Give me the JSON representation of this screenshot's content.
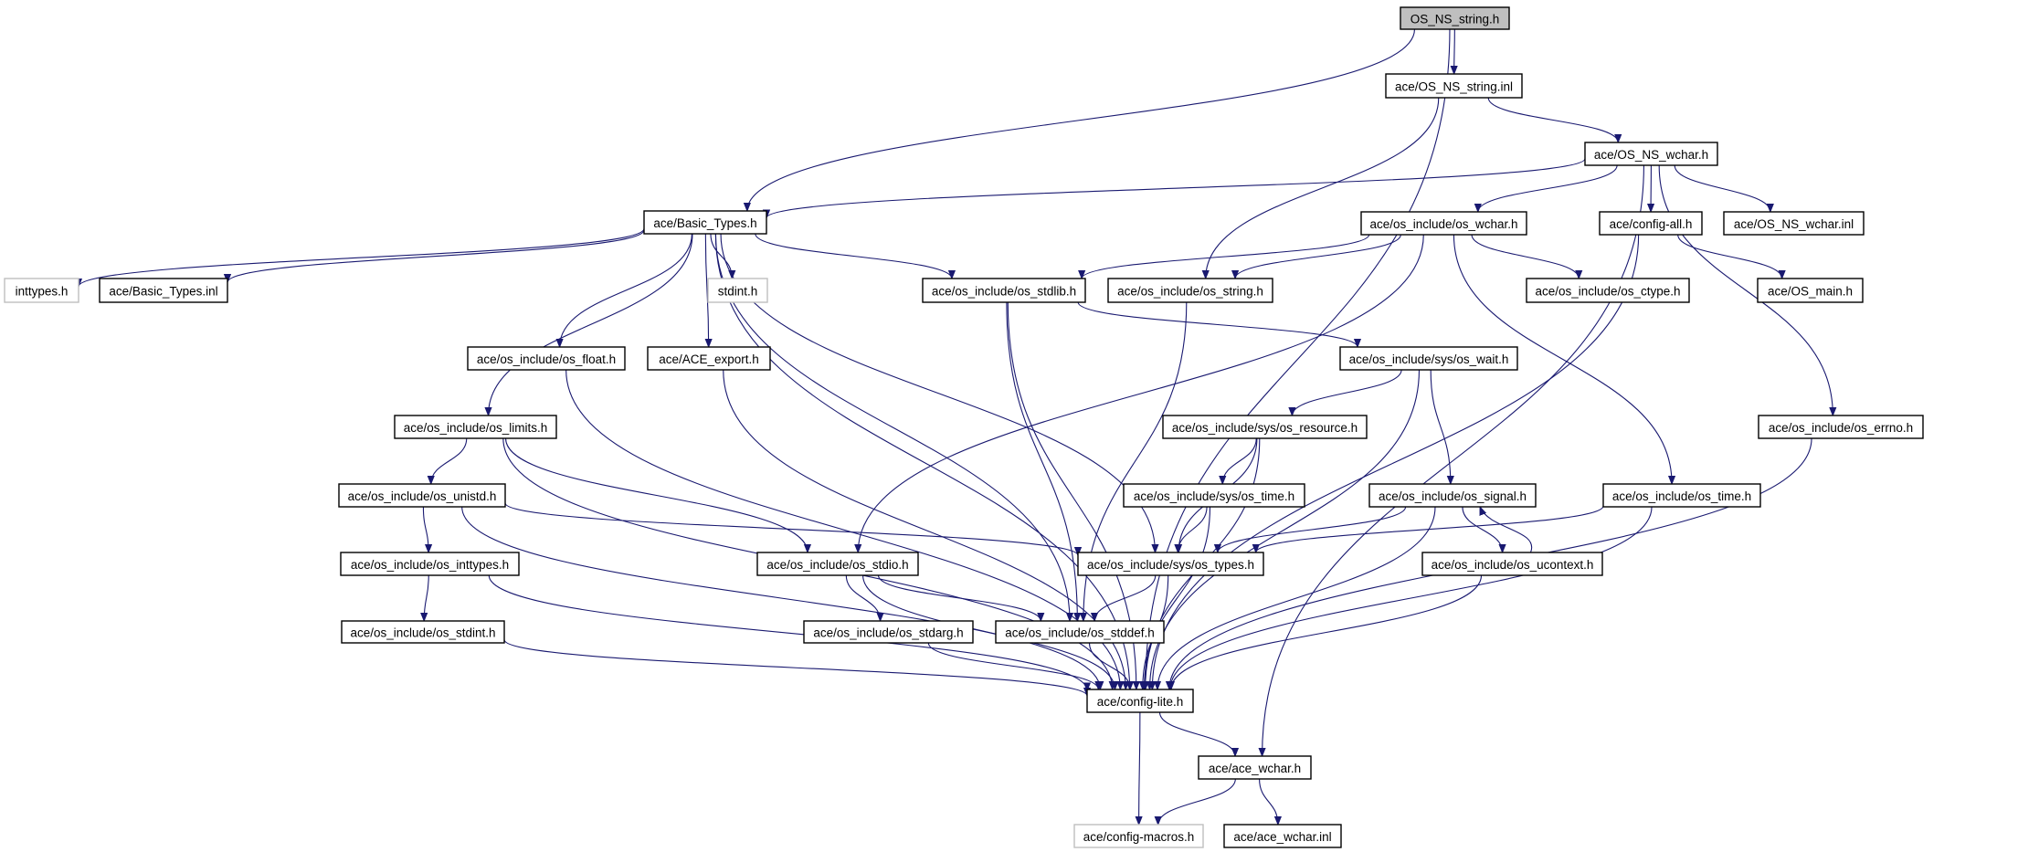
{
  "title": "OS_NS_string.h include dependency graph",
  "colors": {
    "edge": "#191970",
    "root_fill": "#bfbfbf",
    "node_border": "#000000",
    "external_border": "#bfbfbf"
  },
  "nodes": [
    {
      "id": "root",
      "label": "OS_NS_string.h",
      "kind": "root"
    },
    {
      "id": "os_ns_string_inl",
      "label": "ace/OS_NS_string.inl",
      "kind": "normal"
    },
    {
      "id": "os_ns_wchar_h",
      "label": "ace/OS_NS_wchar.h",
      "kind": "normal"
    },
    {
      "id": "basic_types_h",
      "label": "ace/Basic_Types.h",
      "kind": "normal"
    },
    {
      "id": "os_wchar_h",
      "label": "ace/os_include/os_wchar.h",
      "kind": "normal"
    },
    {
      "id": "config_all_h",
      "label": "ace/config-all.h",
      "kind": "normal"
    },
    {
      "id": "os_ns_wchar_inl",
      "label": "ace/OS_NS_wchar.inl",
      "kind": "normal"
    },
    {
      "id": "inttypes_h",
      "label": "inttypes.h",
      "kind": "external"
    },
    {
      "id": "basic_types_inl",
      "label": "ace/Basic_Types.inl",
      "kind": "normal"
    },
    {
      "id": "stdint_h",
      "label": "stdint.h",
      "kind": "external"
    },
    {
      "id": "os_stdlib_h",
      "label": "ace/os_include/os_stdlib.h",
      "kind": "normal"
    },
    {
      "id": "os_string_h",
      "label": "ace/os_include/os_string.h",
      "kind": "normal"
    },
    {
      "id": "os_ctype_h",
      "label": "ace/os_include/os_ctype.h",
      "kind": "normal"
    },
    {
      "id": "os_main_h",
      "label": "ace/OS_main.h",
      "kind": "normal"
    },
    {
      "id": "os_float_h",
      "label": "ace/os_include/os_float.h",
      "kind": "normal"
    },
    {
      "id": "ace_export_h",
      "label": "ace/ACE_export.h",
      "kind": "normal"
    },
    {
      "id": "sys_os_wait_h",
      "label": "ace/os_include/sys/os_wait.h",
      "kind": "normal"
    },
    {
      "id": "os_limits_h",
      "label": "ace/os_include/os_limits.h",
      "kind": "normal"
    },
    {
      "id": "sys_os_resource_h",
      "label": "ace/os_include/sys/os_resource.h",
      "kind": "normal"
    },
    {
      "id": "os_errno_h",
      "label": "ace/os_include/os_errno.h",
      "kind": "normal"
    },
    {
      "id": "os_unistd_h",
      "label": "ace/os_include/os_unistd.h",
      "kind": "normal"
    },
    {
      "id": "sys_os_time_h",
      "label": "ace/os_include/sys/os_time.h",
      "kind": "normal"
    },
    {
      "id": "os_signal_h",
      "label": "ace/os_include/os_signal.h",
      "kind": "normal"
    },
    {
      "id": "os_time_h",
      "label": "ace/os_include/os_time.h",
      "kind": "normal"
    },
    {
      "id": "os_inttypes_h",
      "label": "ace/os_include/os_inttypes.h",
      "kind": "normal"
    },
    {
      "id": "os_stdio_h",
      "label": "ace/os_include/os_stdio.h",
      "kind": "normal"
    },
    {
      "id": "sys_os_types_h",
      "label": "ace/os_include/sys/os_types.h",
      "kind": "normal"
    },
    {
      "id": "os_ucontext_h",
      "label": "ace/os_include/os_ucontext.h",
      "kind": "normal"
    },
    {
      "id": "os_stdint_h",
      "label": "ace/os_include/os_stdint.h",
      "kind": "normal"
    },
    {
      "id": "os_stdarg_h",
      "label": "ace/os_include/os_stdarg.h",
      "kind": "normal"
    },
    {
      "id": "os_stddef_h",
      "label": "ace/os_include/os_stddef.h",
      "kind": "normal"
    },
    {
      "id": "config_lite_h",
      "label": "ace/config-lite.h",
      "kind": "normal"
    },
    {
      "id": "ace_wchar_h",
      "label": "ace/ace_wchar.h",
      "kind": "normal"
    },
    {
      "id": "config_macros_h",
      "label": "ace/config-macros.h",
      "kind": "external"
    },
    {
      "id": "ace_wchar_inl",
      "label": "ace/ace_wchar.inl",
      "kind": "normal"
    }
  ],
  "edges": [
    [
      "root",
      "os_ns_string_inl"
    ],
    [
      "root",
      "basic_types_h"
    ],
    [
      "root",
      "config_lite_h"
    ],
    [
      "os_ns_string_inl",
      "os_ns_wchar_h"
    ],
    [
      "os_ns_string_inl",
      "os_string_h"
    ],
    [
      "os_ns_wchar_h",
      "basic_types_h"
    ],
    [
      "os_ns_wchar_h",
      "os_wchar_h"
    ],
    [
      "os_ns_wchar_h",
      "config_all_h"
    ],
    [
      "os_ns_wchar_h",
      "os_ns_wchar_inl"
    ],
    [
      "os_ns_wchar_h",
      "os_errno_h"
    ],
    [
      "os_ns_wchar_h",
      "ace_wchar_h"
    ],
    [
      "basic_types_h",
      "inttypes_h"
    ],
    [
      "basic_types_h",
      "basic_types_inl"
    ],
    [
      "basic_types_h",
      "stdint_h"
    ],
    [
      "basic_types_h",
      "os_stdlib_h"
    ],
    [
      "basic_types_h",
      "os_float_h"
    ],
    [
      "basic_types_h",
      "ace_export_h"
    ],
    [
      "basic_types_h",
      "os_limits_h"
    ],
    [
      "basic_types_h",
      "sys_os_types_h"
    ],
    [
      "basic_types_h",
      "os_stddef_h"
    ],
    [
      "basic_types_h",
      "config_lite_h"
    ],
    [
      "os_wchar_h",
      "os_stdlib_h"
    ],
    [
      "os_wchar_h",
      "os_string_h"
    ],
    [
      "os_wchar_h",
      "os_ctype_h"
    ],
    [
      "os_wchar_h",
      "os_stdio_h"
    ],
    [
      "os_wchar_h",
      "os_time_h"
    ],
    [
      "config_all_h",
      "os_main_h"
    ],
    [
      "config_all_h",
      "config_lite_h"
    ],
    [
      "os_stdlib_h",
      "sys_os_wait_h"
    ],
    [
      "os_stdlib_h",
      "os_stddef_h"
    ],
    [
      "os_stdlib_h",
      "config_lite_h"
    ],
    [
      "os_string_h",
      "os_stddef_h"
    ],
    [
      "os_float_h",
      "config_lite_h"
    ],
    [
      "ace_export_h",
      "config_lite_h"
    ],
    [
      "sys_os_wait_h",
      "sys_os_resource_h"
    ],
    [
      "sys_os_wait_h",
      "os_signal_h"
    ],
    [
      "sys_os_wait_h",
      "config_lite_h"
    ],
    [
      "os_limits_h",
      "os_unistd_h"
    ],
    [
      "os_limits_h",
      "os_stdio_h"
    ],
    [
      "os_limits_h",
      "config_lite_h"
    ],
    [
      "sys_os_resource_h",
      "sys_os_time_h"
    ],
    [
      "sys_os_resource_h",
      "sys_os_types_h"
    ],
    [
      "sys_os_resource_h",
      "config_lite_h"
    ],
    [
      "os_errno_h",
      "config_lite_h"
    ],
    [
      "os_unistd_h",
      "os_inttypes_h"
    ],
    [
      "os_unistd_h",
      "sys_os_types_h"
    ],
    [
      "os_unistd_h",
      "config_lite_h"
    ],
    [
      "sys_os_time_h",
      "sys_os_types_h"
    ],
    [
      "sys_os_time_h",
      "config_lite_h"
    ],
    [
      "os_signal_h",
      "sys_os_types_h"
    ],
    [
      "os_signal_h",
      "os_ucontext_h"
    ],
    [
      "os_signal_h",
      "config_lite_h"
    ],
    [
      "os_ucontext_h",
      "os_signal_h"
    ],
    [
      "os_ucontext_h",
      "config_lite_h"
    ],
    [
      "os_time_h",
      "sys_os_types_h"
    ],
    [
      "os_time_h",
      "config_lite_h"
    ],
    [
      "os_inttypes_h",
      "os_stdint_h"
    ],
    [
      "os_inttypes_h",
      "config_lite_h"
    ],
    [
      "os_stdio_h",
      "os_stdarg_h"
    ],
    [
      "os_stdio_h",
      "os_stddef_h"
    ],
    [
      "os_stdio_h",
      "config_lite_h"
    ],
    [
      "sys_os_types_h",
      "os_stddef_h"
    ],
    [
      "sys_os_types_h",
      "config_lite_h"
    ],
    [
      "os_stdint_h",
      "config_lite_h"
    ],
    [
      "os_stdarg_h",
      "config_lite_h"
    ],
    [
      "os_stddef_h",
      "config_lite_h"
    ],
    [
      "config_lite_h",
      "config_macros_h"
    ],
    [
      "config_lite_h",
      "ace_wchar_h"
    ],
    [
      "ace_wchar_h",
      "config_macros_h"
    ],
    [
      "ace_wchar_h",
      "ace_wchar_inl"
    ]
  ]
}
